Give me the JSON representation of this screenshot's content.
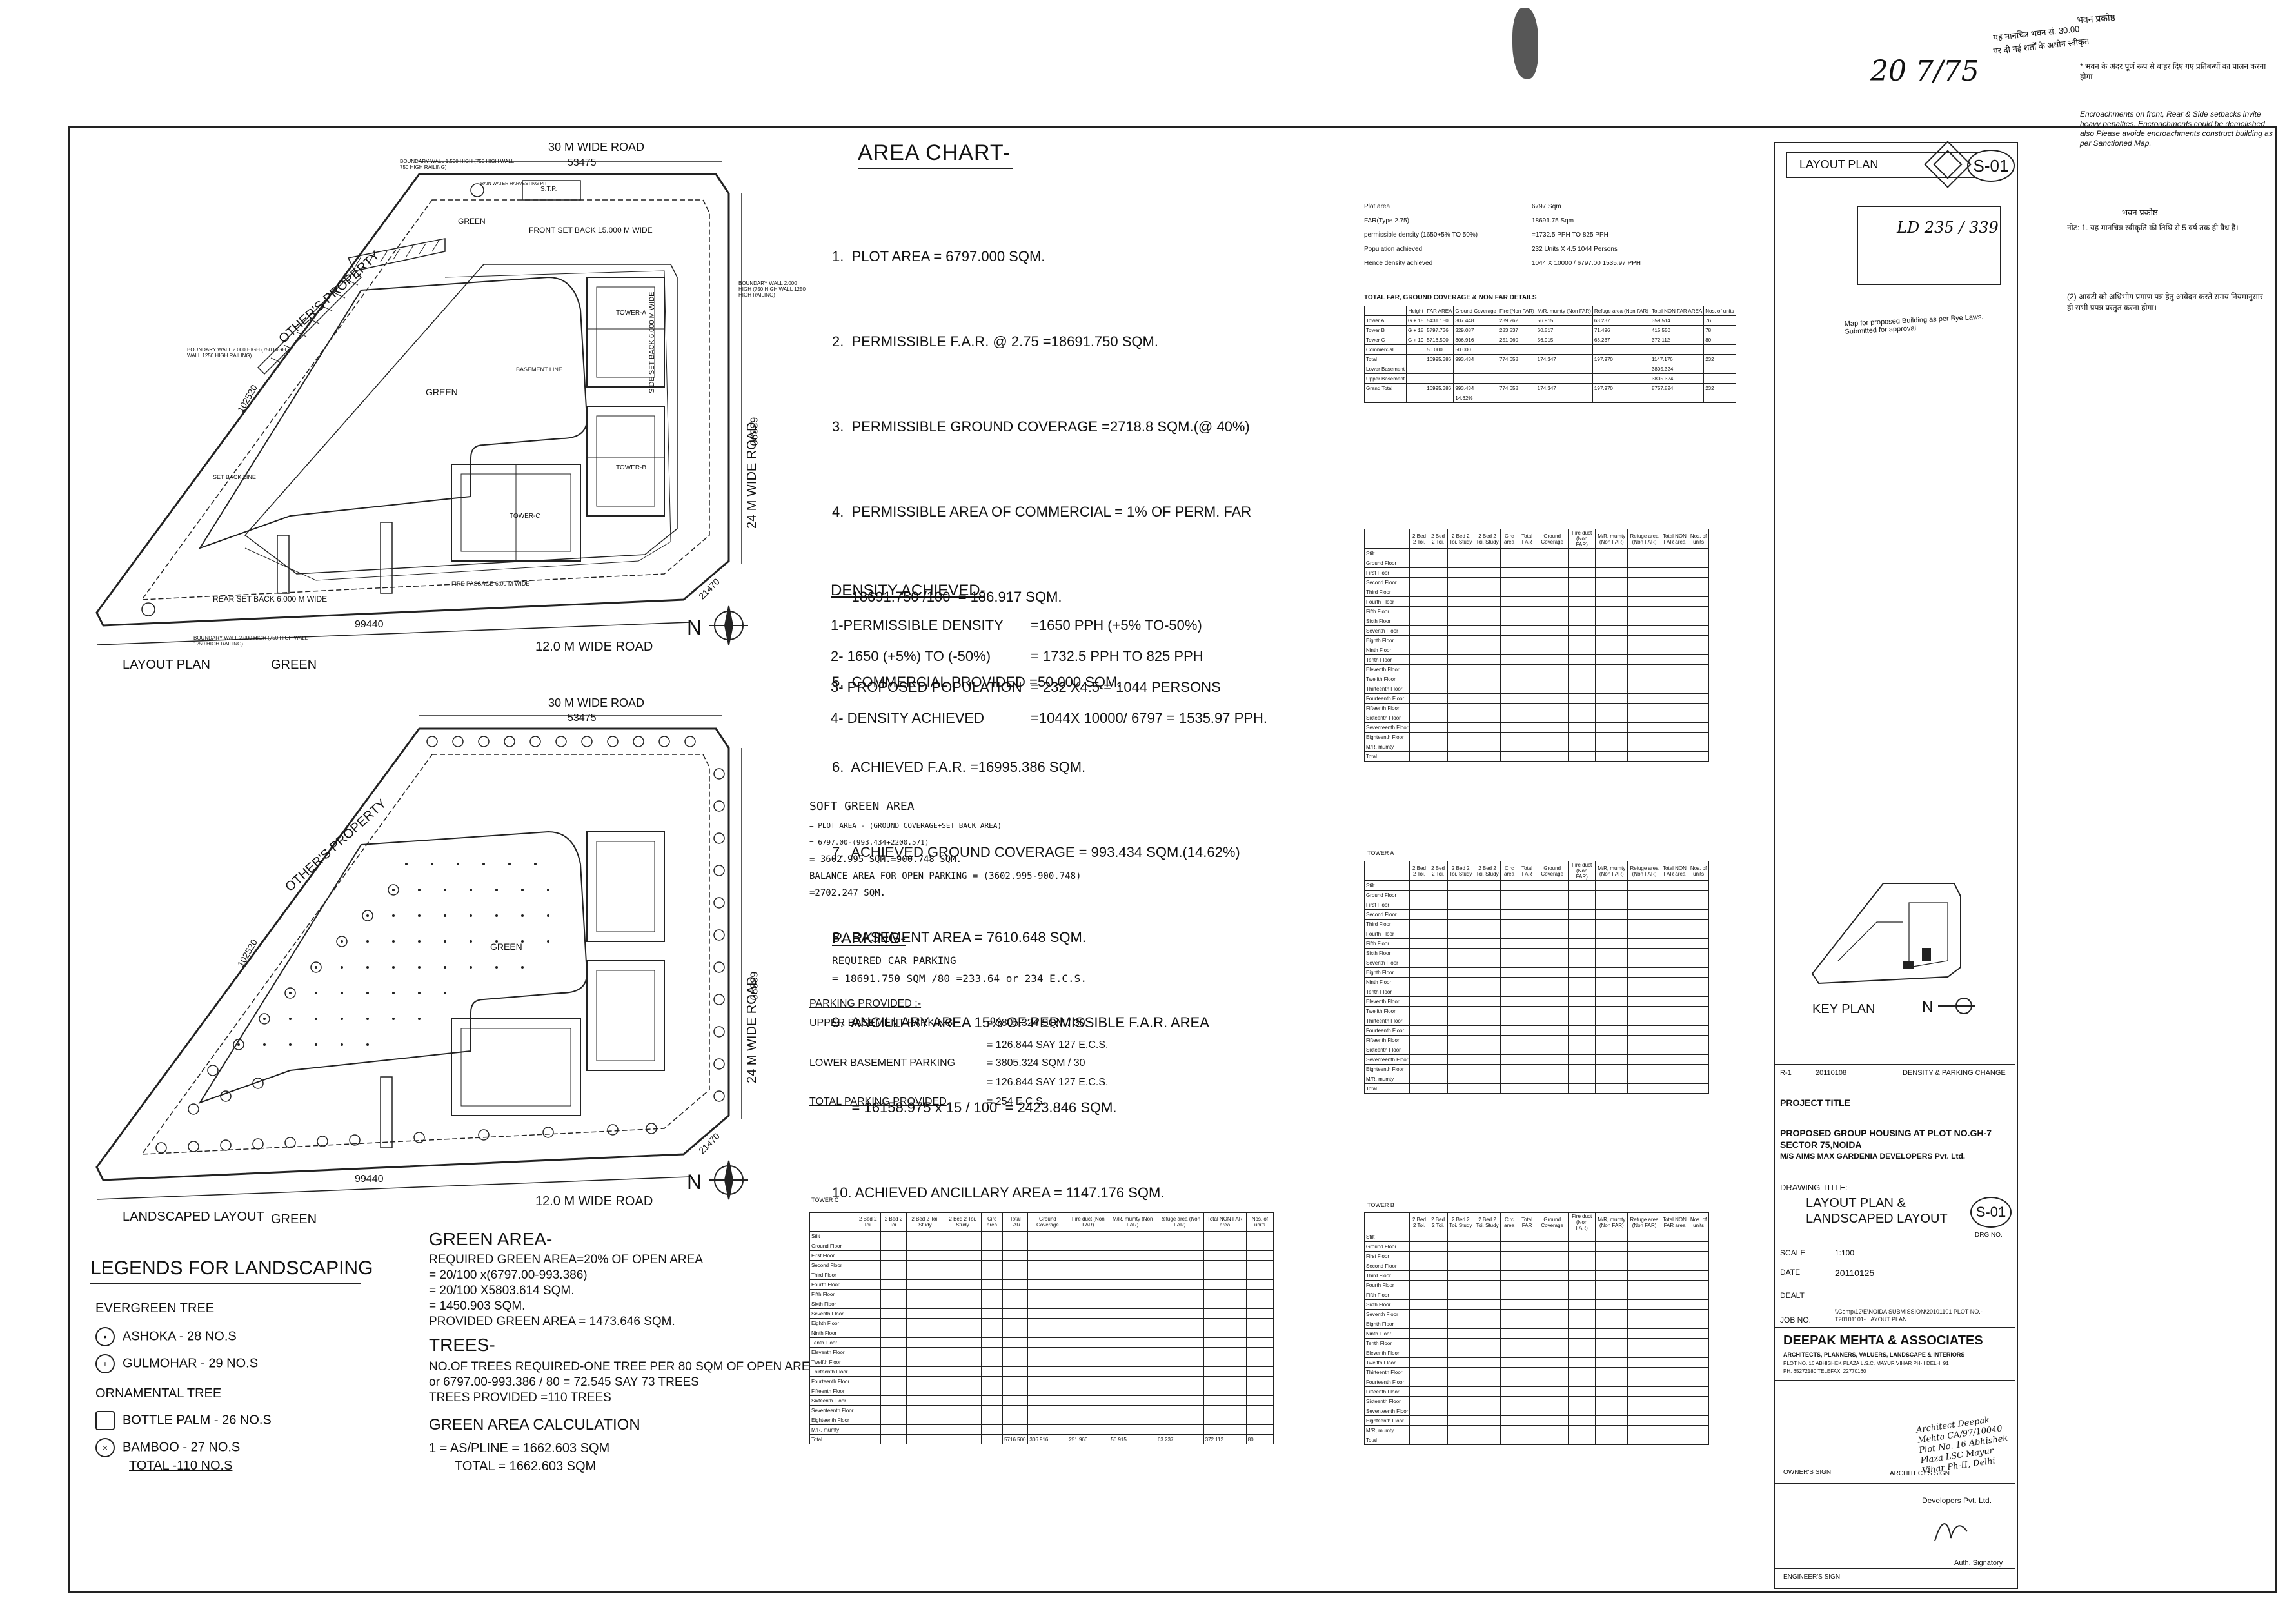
{
  "stamp_top_right": {
    "lines": [
      "भवन प्रकोष्ठ",
      "यह मानचित्र भवन सं. 30.00",
      "पर दी गई शर्तों के अधीन स्वीकृत"
    ],
    "note_hindi": "* भवन के अंदर पूर्ण रूप से बाहर दिए गए प्रतिबन्धों का पालन करना होगा",
    "note_english": "Encroachments on front, Rear & Side setbacks invite heavy penalties. Encroachments could be demolished also Please avoide encroachments construct building as per Sanctioned Map.",
    "handwritten_ref": "20  7/75"
  },
  "layout_plan_1": {
    "title": "LAYOUT PLAN",
    "green_label": "GREEN",
    "road_top": "30 M WIDE ROAD",
    "road_bottom": "12.0 M WIDE ROAD",
    "road_right": "24 M WIDE ROAD",
    "others_property": "OTHER'S PROPERTY",
    "dim_top": "53475",
    "dim_bottom": "99440",
    "dim_left": "102520",
    "dim_right": "63390",
    "dim_corner": "21470",
    "front_setback": "FRONT SET BACK 15.000 M WIDE",
    "rear_setback": "REAR SET BACK 6.000 M WIDE",
    "side_setback": "SIDE SET BACK 6.000 M WIDE",
    "boundary_top": "BOUNDARY WALL 1.500 HIGH (750 HIGH WALL 750 HIGH RAILING)",
    "boundary_left": "BOUNDARY WALL 2.000 HIGH (750 HIGH WALL 1250 HIGH RAILING)",
    "boundary_bottom": "BOUNDARY WALL 2.000 HIGH (750 HIGH WALL 1250 HIGH RAILING)",
    "boundary_right": "BOUNDARY WALL 2.000 HIGH (750 HIGH WALL 1250 HIGH RAILING)",
    "green_inner": "GREEN",
    "tower_a": "TOWER-A",
    "tower_b": "TOWER-B",
    "tower_c": "TOWER-C",
    "fire_passage": "FIRE PASSAGE 6.00 M WIDE",
    "basement_line": "BASEMENT LINE",
    "set_back_line": "SET BACK LINE",
    "stp": "S.T.P.",
    "rain_water": "RAIN WATER HARVESTING PIT",
    "north": "N"
  },
  "layout_plan_2": {
    "title": "LANDSCAPED LAYOUT",
    "green_label": "GREEN",
    "road_top": "30 M WIDE ROAD",
    "road_bottom": "12.0 M WIDE ROAD",
    "road_right": "24 M WIDE ROAD",
    "others_property": "OTHER'S PROPERTY",
    "dim_top": "53475",
    "dim_bottom": "99440",
    "dim_left": "102520",
    "dim_right": "63390",
    "dim_corner": "21470",
    "green_inner": "GREEN",
    "north": "N"
  },
  "area_chart": {
    "heading": "AREA CHART-",
    "items": [
      "1.  PLOT AREA = 6797.000 SQM.",
      "2.  PERMISSIBLE F.A.R. @ 2.75 =18691.750 SQM.",
      "3.  PERMISSIBLE GROUND COVERAGE =2718.8 SQM.(@ 40%)",
      "4.  PERMISSIBLE AREA OF COMMERCIAL = 1% OF PERM. FAR",
      "     18691.750 /100  = 186.917 SQM.",
      "5.  COMMERCIAL PROVIDED =50.000 SQM.",
      "6.  ACHIEVED F.A.R. =16995.386 SQM.",
      "7.  ACHIEVED GROUND COVERAGE = 993.434 SQM.(14.62%)",
      "8.  BASEMENT AREA = 7610.648 SQM.",
      "9.  ANCILLARY AREA 15% OF PERMISSIBLE F.A.R. AREA",
      "     = 16158.975 x 15 / 100  = 2423.846 SQM.",
      "10. ACHIEVED ANCILLARY AREA = 1147.176 SQM."
    ]
  },
  "density": {
    "heading": "DENSITY ACHIEVED-",
    "rows": [
      {
        "label": "1-PERMISSIBLE DENSITY",
        "value": "=1650 PPH (+5% TO-50%)"
      },
      {
        "label": "2- 1650 (+5%) TO (-50%)",
        "value": "=  1732.5 PPH TO 825 PPH"
      },
      {
        "label": "3- PROPOSED POPULATION",
        "value": "= 232 X4.5 = 1044 PERSONS"
      },
      {
        "label": "4- DENSITY ACHIEVED",
        "value": "=1044X 10000/ 6797 = 1535.97 PPH."
      }
    ]
  },
  "soft_green": {
    "heading": "SOFT GREEN AREA",
    "lines": [
      "= PLOT AREA - (GROUND COVERAGE+SET BACK AREA)",
      "= 6797.00-(993.434+2200.571)",
      "= 3602.995 SQM.=900.748 SQM.",
      "BALANCE AREA FOR OPEN PARKING  = (3602.995-900.748)",
      "=2702.247 SQM."
    ]
  },
  "parking": {
    "heading": "PARKING-",
    "required_label": "REQUIRED CAR PARKING",
    "required_value": "= 18691.750 SQM /80 =233.64 or 234 E.C.S.",
    "provided_heading": "PARKING PROVIDED :-",
    "upper_label": "UPPER BASEMENT PARKING",
    "upper_value": "= 3805.324 SQM / 30",
    "upper_result": "= 126.844 SAY 127 E.C.S.",
    "lower_label": "LOWER BASEMENT PARKING",
    "lower_value": "= 3805.324 SQM / 30",
    "lower_result": "= 126.844 SAY 127 E.C.S.",
    "total_label": "TOTAL PARKING PROVIDED",
    "total_value": "= 254 E.C.S."
  },
  "green_area": {
    "heading": "GREEN AREA-",
    "lines": [
      "REQUIRED GREEN AREA=20% OF OPEN AREA",
      "= 20/100 x(6797.00-993.386)",
      "= 20/100 X5803.614 SQM.",
      "= 1450.903 SQM.",
      "PROVIDED GREEN AREA = 1473.646 SQM."
    ],
    "trees_heading": "TREES-",
    "trees_lines": [
      "NO.OF TREES REQUIRED-ONE TREE PER 80 SQM OF OPEN AREA",
      "or 6797.00-993.386 / 80 = 72.545 SAY 73 TREES",
      "TREES PROVIDED =110 TREES"
    ],
    "calc_heading": "GREEN AREA CALCULATION",
    "calc_lines": [
      "1 = AS/PLINE   = 1662.603 SQM",
      "TOTAL        = 1662.603 SQM"
    ]
  },
  "legends": {
    "heading": "LEGENDS FOR LANDSCAPING",
    "evergreen_heading": "EVERGREEN TREE",
    "evergreen": [
      {
        "symbol": "•",
        "label": "ASHOKA     - 28 NO.S"
      },
      {
        "symbol": "+",
        "label": "GULMOHAR  - 29 NO.S"
      }
    ],
    "ornamental_heading": "ORNAMENTAL TREE",
    "ornamental": [
      {
        "symbol": "",
        "label": "BOTTLE PALM - 26 NO.S"
      },
      {
        "symbol": "×",
        "label": "BAMBOO       - 27 NO.S"
      }
    ],
    "total": "TOTAL        -110 NO.S"
  },
  "summary_block": {
    "rows": [
      {
        "label": "Plot area",
        "value": "6797 Sqm"
      },
      {
        "label": "FAR(Type 2.75)",
        "value": "18691.75 Sqm"
      },
      {
        "label": "permissible density (1650+5% TO 50%)",
        "value": "=1732.5 PPH TO 825 PPH"
      },
      {
        "label": "Population achieved",
        "value": "232  Units X  4.5  1044 Persons"
      },
      {
        "label": "Hence density achieved",
        "value": "1044 X 10000 / 6797.00   1535.97 PPH"
      }
    ],
    "table_title": "TOTAL FAR, GROUND COVERAGE & NON FAR DETAILS",
    "headers": [
      "",
      "Height",
      "FAR AREA",
      "Ground Coverage",
      "Fire (Non FAR)",
      "M/R, mumty (Non FAR)",
      "Refuge area (Non FAR)",
      "Total NON FAR AREA",
      "Nos. of units"
    ],
    "rows_tbl": [
      [
        "Tower A",
        "G + 18",
        "5431.150",
        "307.448",
        "239.262",
        "56.915",
        "63.237",
        "359.514",
        "76"
      ],
      [
        "Tower B",
        "G + 18",
        "5797.736",
        "329.087",
        "283.537",
        "60.517",
        "71.496",
        "415.550",
        "78"
      ],
      [
        "Tower C",
        "G + 19",
        "5716.500",
        "306.916",
        "251.960",
        "56.915",
        "63.237",
        "372.112",
        "80"
      ],
      [
        "Commercial",
        "",
        "50.000",
        "50.000",
        "",
        "",
        "",
        "",
        ""
      ],
      [
        "Total",
        "",
        "16995.386",
        "993.434",
        "774.658",
        "174.347",
        "197.970",
        "1147.176",
        "232"
      ],
      [
        "Lower Basement",
        "",
        "",
        "",
        "",
        "",
        "",
        "3805.324",
        ""
      ],
      [
        "Upper Basement",
        "",
        "",
        "",
        "",
        "",
        "",
        "3805.324",
        ""
      ],
      [
        "Grand Total",
        "",
        "16995.386",
        "993.434",
        "774.658",
        "174.347",
        "197.970",
        "8757.824",
        "232"
      ],
      [
        "",
        "",
        "",
        "14.62%",
        "",
        "",
        "",
        "",
        ""
      ]
    ]
  },
  "tower_tables": {
    "tower_a_title": "TOWER A",
    "tower_b_title": "TOWER B",
    "tower_c_title": "TOWER C",
    "floors": [
      "Stilt",
      "Ground Floor",
      "First Floor",
      "Second Floor",
      "Third Floor",
      "Fourth Floor",
      "Fifth Floor",
      "Sixth Floor",
      "Seventh Floor",
      "Eighth Floor",
      "Ninth Floor",
      "Tenth Floor",
      "Eleventh Floor",
      "Twelfth Floor",
      "Thirteenth Floor",
      "Fourteenth Floor",
      "Fifteenth Floor",
      "Sixteenth Floor",
      "Seventeenth Floor",
      "Eighteenth Floor",
      "M/R, mumty",
      "Total"
    ],
    "col_headers": [
      "",
      "2 Bed 2 Toi.",
      "2 Bed 2 Toi.",
      "2 Bed 2 Toi. Study",
      "2 Bed 2 Toi. Study",
      "Circ area",
      "Total FAR",
      "Ground Coverage",
      "Fire duct (Non FAR)",
      "M/R, mumty (Non FAR)",
      "Refuge area (Non FAR)",
      "Total NON FAR area",
      "Nos. of units"
    ],
    "c_total": [
      "Total",
      "",
      "",
      "",
      "",
      "",
      "5716.500",
      "306.916",
      "251.960",
      "56.915",
      "63.237",
      "372.112",
      "80"
    ]
  },
  "key_plan": {
    "title": "KEY PLAN",
    "north": "N"
  },
  "title_block": {
    "layout_plan_header": "LAYOUT PLAN",
    "sheet_no": "S-01",
    "revision": "R-1",
    "revision_date": "20110108",
    "revision_desc": "DENSITY & PARKING CHANGE",
    "project_title_label": "PROJECT TITLE",
    "project_title": "PROPOSED GROUP HOUSING AT PLOT NO.GH-7 SECTOR 75,NOIDA",
    "client": "M/S AIMS MAX GARDENIA DEVELOPERS Pvt. Ltd.",
    "drawing_title_label": "DRAWING TITLE:-",
    "drawing_title": "LAYOUT PLAN & LANDSCAPED LAYOUT",
    "drg_no_label": "DRG NO.",
    "scale_label": "SCALE",
    "scale_value": "1:100",
    "date_label": "DATE",
    "date_value": "20110125",
    "dealt_label": "DEALT",
    "job_no_label": "JOB NO.",
    "job_path": "\\\\Comp\\12\\E\\NOIDA SUBMISSION\\20101101 PLOT NO.-T20101101- LAYOUT PLAN",
    "firm_name": "DEEPAK MEHTA & ASSOCIATES",
    "firm_desc": "ARCHITECTS, PLANNERS, VALUERS, LANDSCAPE & INTERIORS",
    "firm_address": "PLOT NO. 16 ABHISHEK PLAZA L.S.C. MAYUR VIHAR PH-II DELHI 91",
    "firm_phone": "PH. 65272180   TELEFAX: 22770160",
    "owners_sign": "OWNER'S SIGN",
    "architects_sign": "ARCHITECT'S SIGN",
    "engineers_sign": "ENGINEER'S SIGN",
    "architect_stamp": "Architect Deepak Mehta CA/97/10040 Plot No. 16 Abhishek Plaza LSC Mayur Vihar Ph-II, Delhi",
    "pvt_ltd": "Developers Pvt. Ltd.",
    "auth_sign": "Auth. Signatory"
  },
  "hindi_note_right": {
    "label": "भवन प्रकोष्ठ",
    "text1": "नोट: 1. यह मानचित्र स्वीकृति की तिथि से 5 वर्ष तक ही वैध है।",
    "text2": "(2) आवंटी को अधिभोग प्रमाण पत्र हेतु आवेदन करते समय नियमानुसार ही सभी प्रपत्र प्रस्तुत करना होगा।",
    "ref": "LD 235 / 339",
    "map_note": "Map for proposed Building as per Bye Laws. Submitted for approval"
  }
}
